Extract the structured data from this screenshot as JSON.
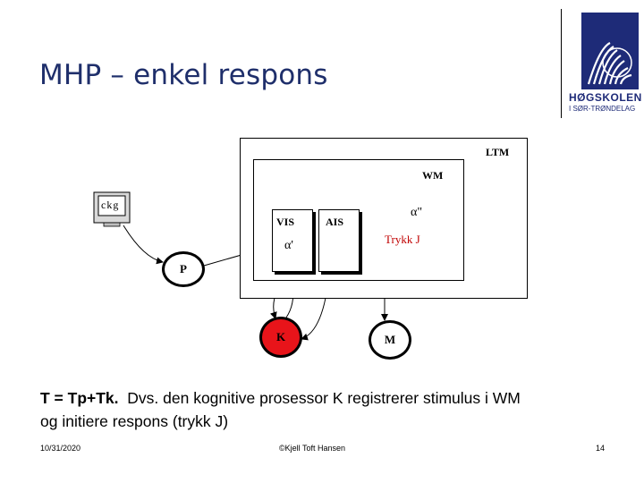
{
  "slide": {
    "title": "MHP – enkel respons",
    "body_bold": "T = Tp+Tk.",
    "body_line1": "Dvs. den kognitive prosessor K registrerer stimulus i WM",
    "body_line2": "og initiere respons (trykk J)"
  },
  "logo": {
    "name": "HØGSKOLEN",
    "subtitle": "I SØR-TRØNDELAG",
    "color": "#1e2b78"
  },
  "diagram": {
    "ltm_label": "LTM",
    "wm_label": "WM",
    "vis_label": "VIS",
    "ais_label": "AIS",
    "alpha_prime": "α'",
    "alpha_double_prime": "α\"",
    "trykk_label": "Trykk J",
    "trykk_color": "#c00000",
    "monitor_text": "ckg",
    "p_label": "P",
    "k_label": "K",
    "k_color": "#e8141a",
    "m_label": "M"
  },
  "footer": {
    "date": "10/31/2020",
    "author": "©Kjell Toft Hansen",
    "page": "14"
  }
}
